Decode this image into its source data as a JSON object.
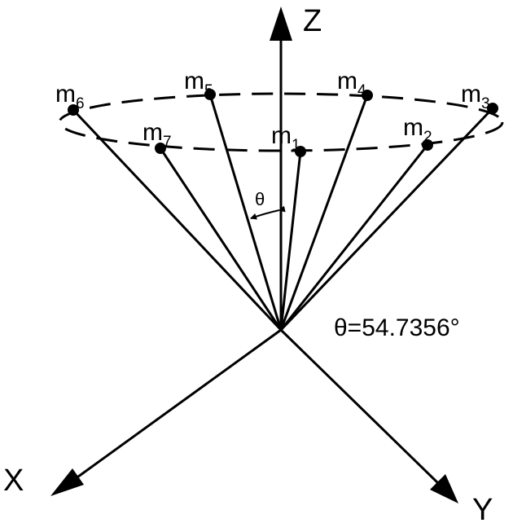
{
  "axes": {
    "z_label": "Z",
    "x_label": "X",
    "y_label": "Y"
  },
  "vectors": [
    {
      "id": "m1",
      "base": "m",
      "sub": "1"
    },
    {
      "id": "m2",
      "base": "m",
      "sub": "2"
    },
    {
      "id": "m3",
      "base": "m",
      "sub": "3"
    },
    {
      "id": "m4",
      "base": "m",
      "sub": "4"
    },
    {
      "id": "m5",
      "base": "m",
      "sub": "5"
    },
    {
      "id": "m6",
      "base": "m",
      "sub": "6"
    },
    {
      "id": "m7",
      "base": "m",
      "sub": "7"
    }
  ],
  "angle": {
    "symbol": "θ",
    "value_text": "θ=54.7356°"
  }
}
